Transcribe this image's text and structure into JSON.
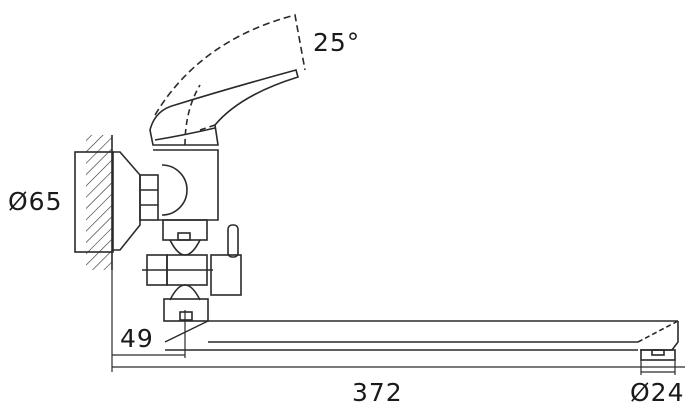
{
  "drawing": {
    "subject": "wall-mounted single-lever faucet side view",
    "dimensions": {
      "lever_angle": "25°",
      "flange_diameter": "Ø65",
      "wall_offset": "49",
      "spout_length": "372",
      "aerator_diameter": "Ø24"
    },
    "colors": {
      "line": "#2a2a2a",
      "background": "#ffffff"
    }
  }
}
